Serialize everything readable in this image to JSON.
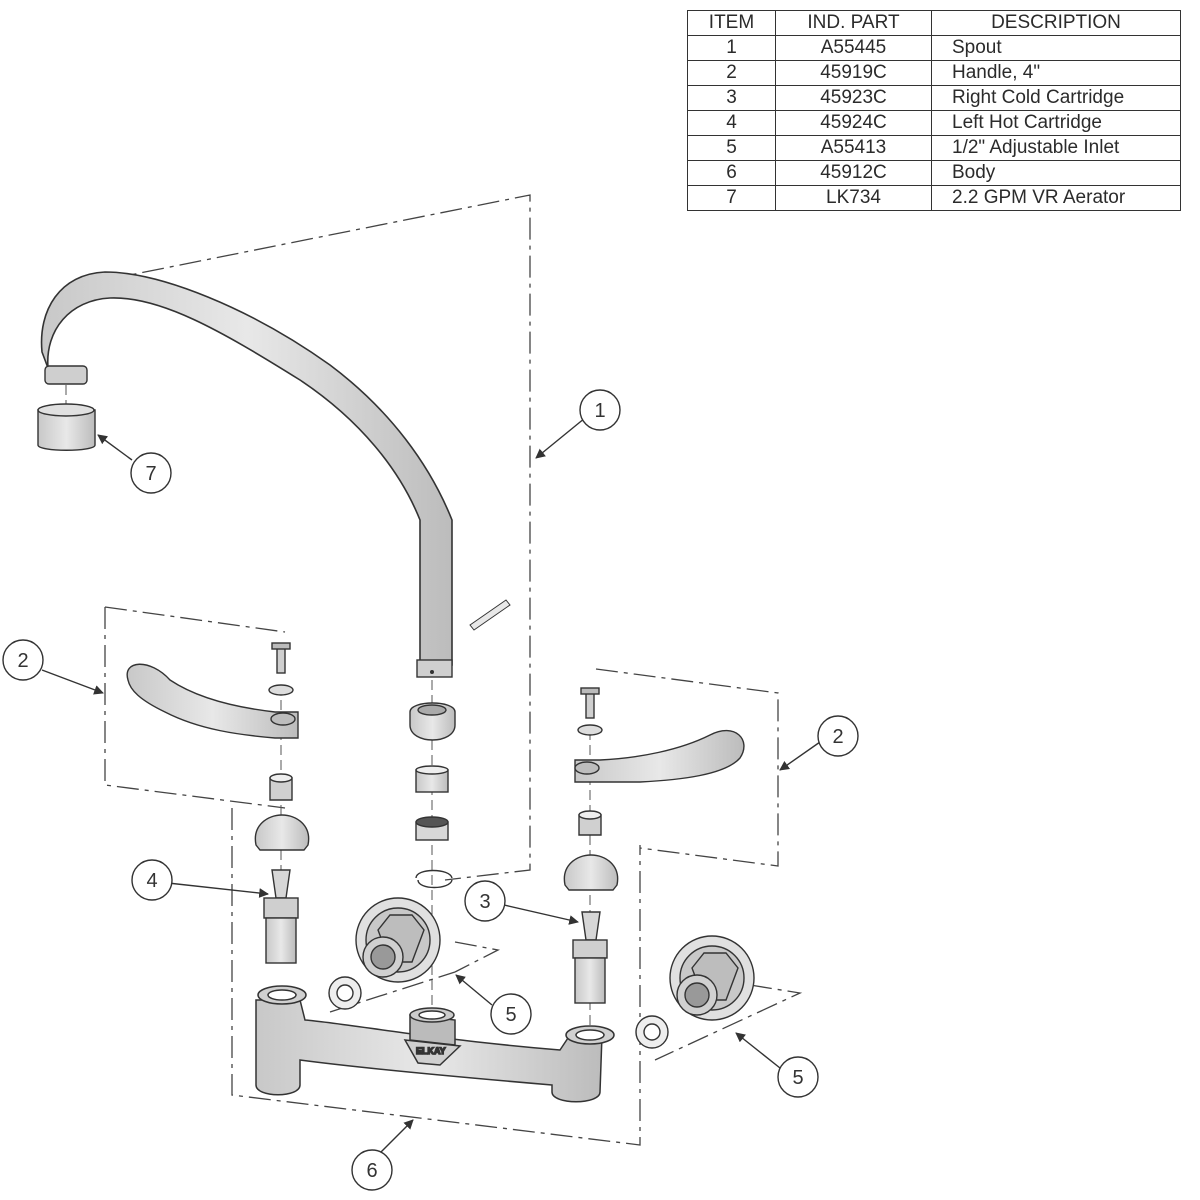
{
  "parts_table": {
    "headers": {
      "item": "ITEM",
      "part": "IND. PART",
      "description": "DESCRIPTION"
    },
    "rows": [
      {
        "item": "1",
        "part": "A55445",
        "description": "Spout"
      },
      {
        "item": "2",
        "part": "45919C",
        "description": "Handle, 4\""
      },
      {
        "item": "3",
        "part": "45923C",
        "description": "Right Cold Cartridge"
      },
      {
        "item": "4",
        "part": "45924C",
        "description": "Left Hot Cartridge"
      },
      {
        "item": "5",
        "part": "A55413",
        "description": "1/2\" Adjustable Inlet"
      },
      {
        "item": "6",
        "part": "45912C",
        "description": "Body"
      },
      {
        "item": "7",
        "part": "LK734",
        "description": "2.2 GPM VR Aerator"
      }
    ]
  },
  "callouts": {
    "c1": "1",
    "c2_left": "2",
    "c2_right": "2",
    "c3": "3",
    "c4": "4",
    "c5_center": "5",
    "c5_right": "5",
    "c6": "6",
    "c7": "7"
  },
  "brand_mark": "ELKAY",
  "colors": {
    "line": "#333333",
    "part_fill": "#d6d6d6",
    "part_shade": "#a9a9a9",
    "background": "#ffffff"
  }
}
